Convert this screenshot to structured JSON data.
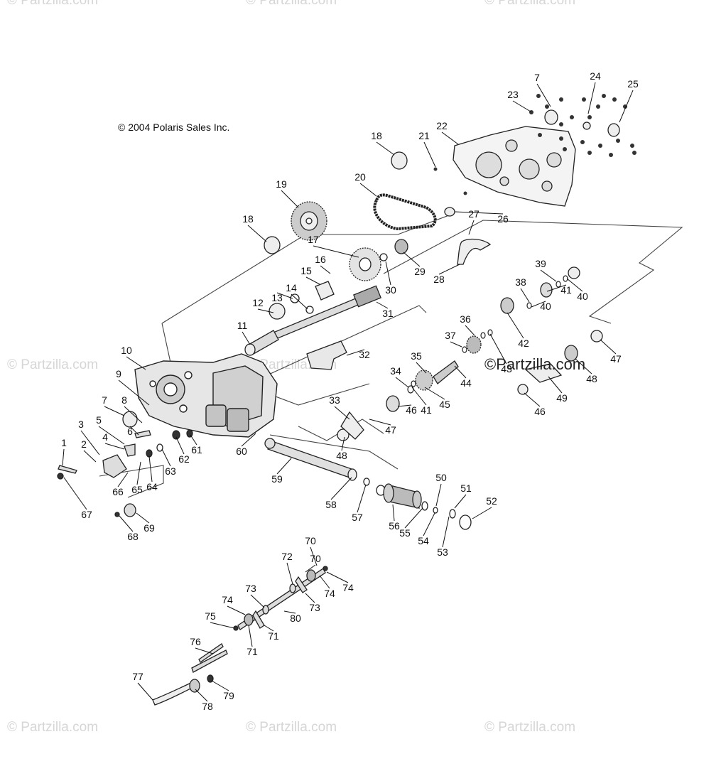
{
  "copyright": "© 2004 Polaris Sales Inc.",
  "brand_watermark": "©Partzilla.com",
  "faint_watermark": "© Partzilla.com",
  "callouts": [
    "1",
    "2",
    "3",
    "4",
    "5",
    "6",
    "7",
    "8",
    "9",
    "10",
    "11",
    "12",
    "13",
    "14",
    "15",
    "16",
    "17",
    "18",
    "19",
    "20",
    "21",
    "22",
    "23",
    "24",
    "25",
    "26",
    "27",
    "28",
    "29",
    "30",
    "31",
    "32",
    "33",
    "34",
    "35",
    "36",
    "37",
    "38",
    "39",
    "40",
    "41",
    "42",
    "43",
    "44",
    "45",
    "46",
    "47",
    "48",
    "49",
    "50",
    "51",
    "52",
    "53",
    "54",
    "55",
    "56",
    "57",
    "58",
    "59",
    "60",
    "61",
    "62",
    "63",
    "64",
    "65",
    "66",
    "67",
    "68",
    "69",
    "70",
    "71",
    "72",
    "73",
    "74",
    "75",
    "76",
    "77",
    "78",
    "79",
    "80"
  ]
}
